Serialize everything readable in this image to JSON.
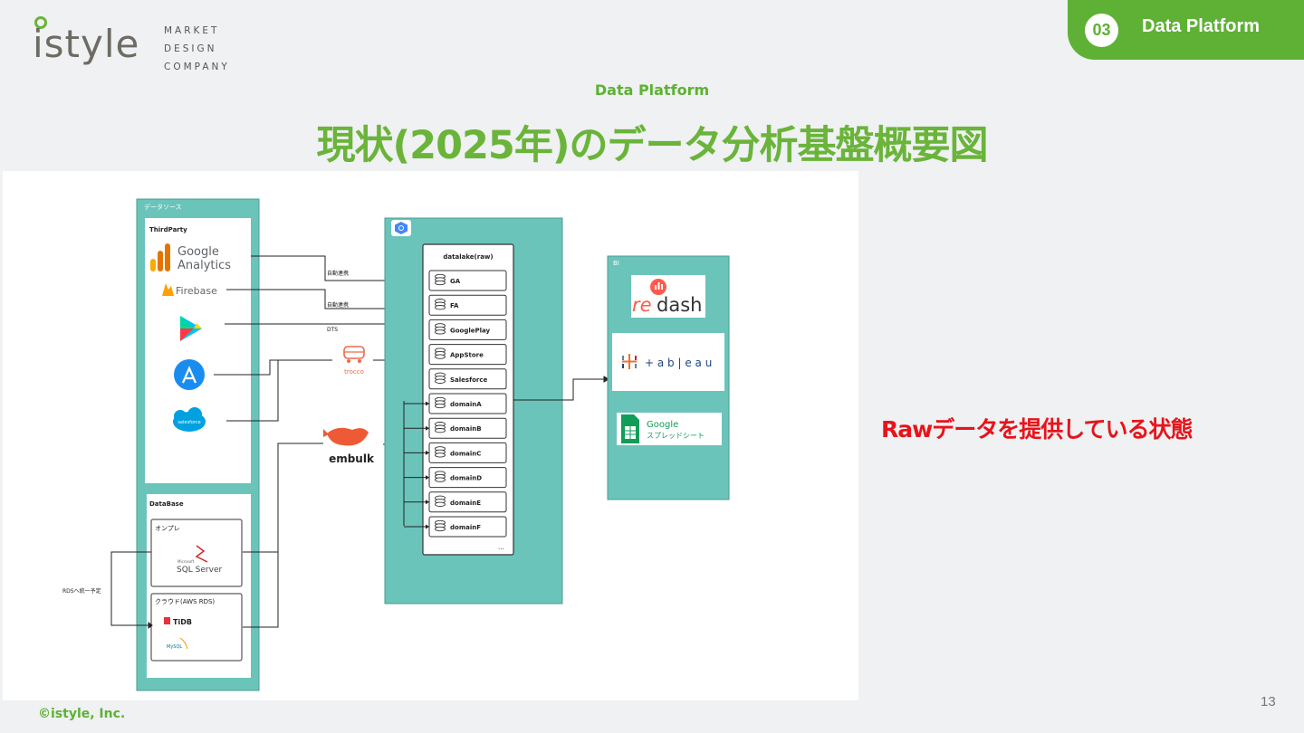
{
  "logo": {
    "word": "istyle",
    "sub": [
      "MARKET",
      "DESIGN",
      "COMPANY"
    ]
  },
  "section": {
    "number": "03",
    "title": "Data Platform"
  },
  "subtitle": "Data Platform",
  "title": "現状(2025年)のデータ分析基盤概要図",
  "note": "Rawデータを提供している状態",
  "footer": "©istyle, Inc.",
  "page_number": "13",
  "diagram": {
    "source_panel_label": "データソース",
    "third_party_label": "ThirdParty",
    "google_analytics": [
      "Google",
      "Analytics"
    ],
    "firebase": "Firebase",
    "salesforce_icon": "salesforce",
    "database_label": "DataBase",
    "onprem_label": "オンプレ",
    "sqlserver": [
      "Microsoft",
      "SQL Server"
    ],
    "cloud_label": "クラウド(AWS RDS)",
    "tidb": "TiDB",
    "mysql": "MySQL",
    "rds_note": "RDSへ統一予定",
    "link_auto1": "自動連携",
    "link_auto2": "自動連携",
    "link_dts": "DTS",
    "trocco": "trocco",
    "embulk": "embulk",
    "datalake_title": "datalake(raw)",
    "datasets": [
      "GA",
      "FA",
      "GooglePlay",
      "AppStore",
      "Salesforce",
      "domainA",
      "domainB",
      "domainC",
      "domainD",
      "domainE",
      "domainF"
    ],
    "ellipsis": "...",
    "bi_label": "BI",
    "redash": [
      "re",
      "dash"
    ],
    "tableau": "+ a b | e a u",
    "gsheets": [
      "Google",
      "スプレッドシート"
    ]
  },
  "colors": {
    "brand_green": "#5eb134",
    "teal": "#6bc4ba",
    "note_red": "#e8131b"
  }
}
